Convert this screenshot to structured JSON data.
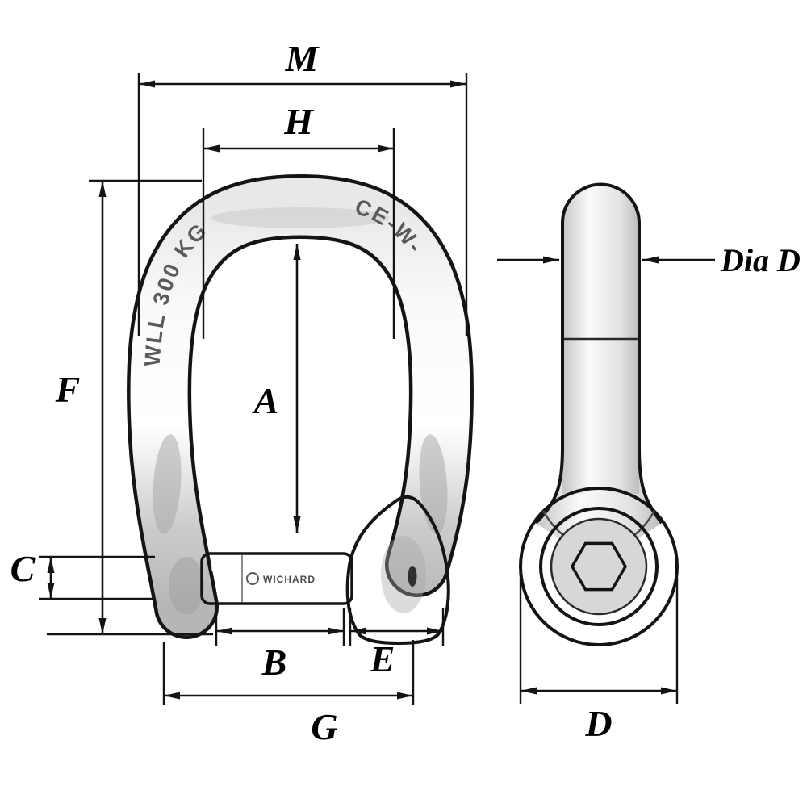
{
  "dimensions": {
    "M": "M",
    "H": "H",
    "A": "A",
    "F": "F",
    "C": "C",
    "B": "B",
    "E": "E",
    "G": "G",
    "D": "D",
    "dia_d": "Dia D"
  },
  "front_view": {
    "markings": {
      "wll": "WLL 300 KG",
      "ce_mark": "CE-W-",
      "brand": "WICHARD"
    }
  },
  "colors": {
    "line": "#141414",
    "metal_light": "#fafafa",
    "metal_mid": "#d9d9d9",
    "metal_dark": "#b0b0b0",
    "background": "#ffffff"
  }
}
